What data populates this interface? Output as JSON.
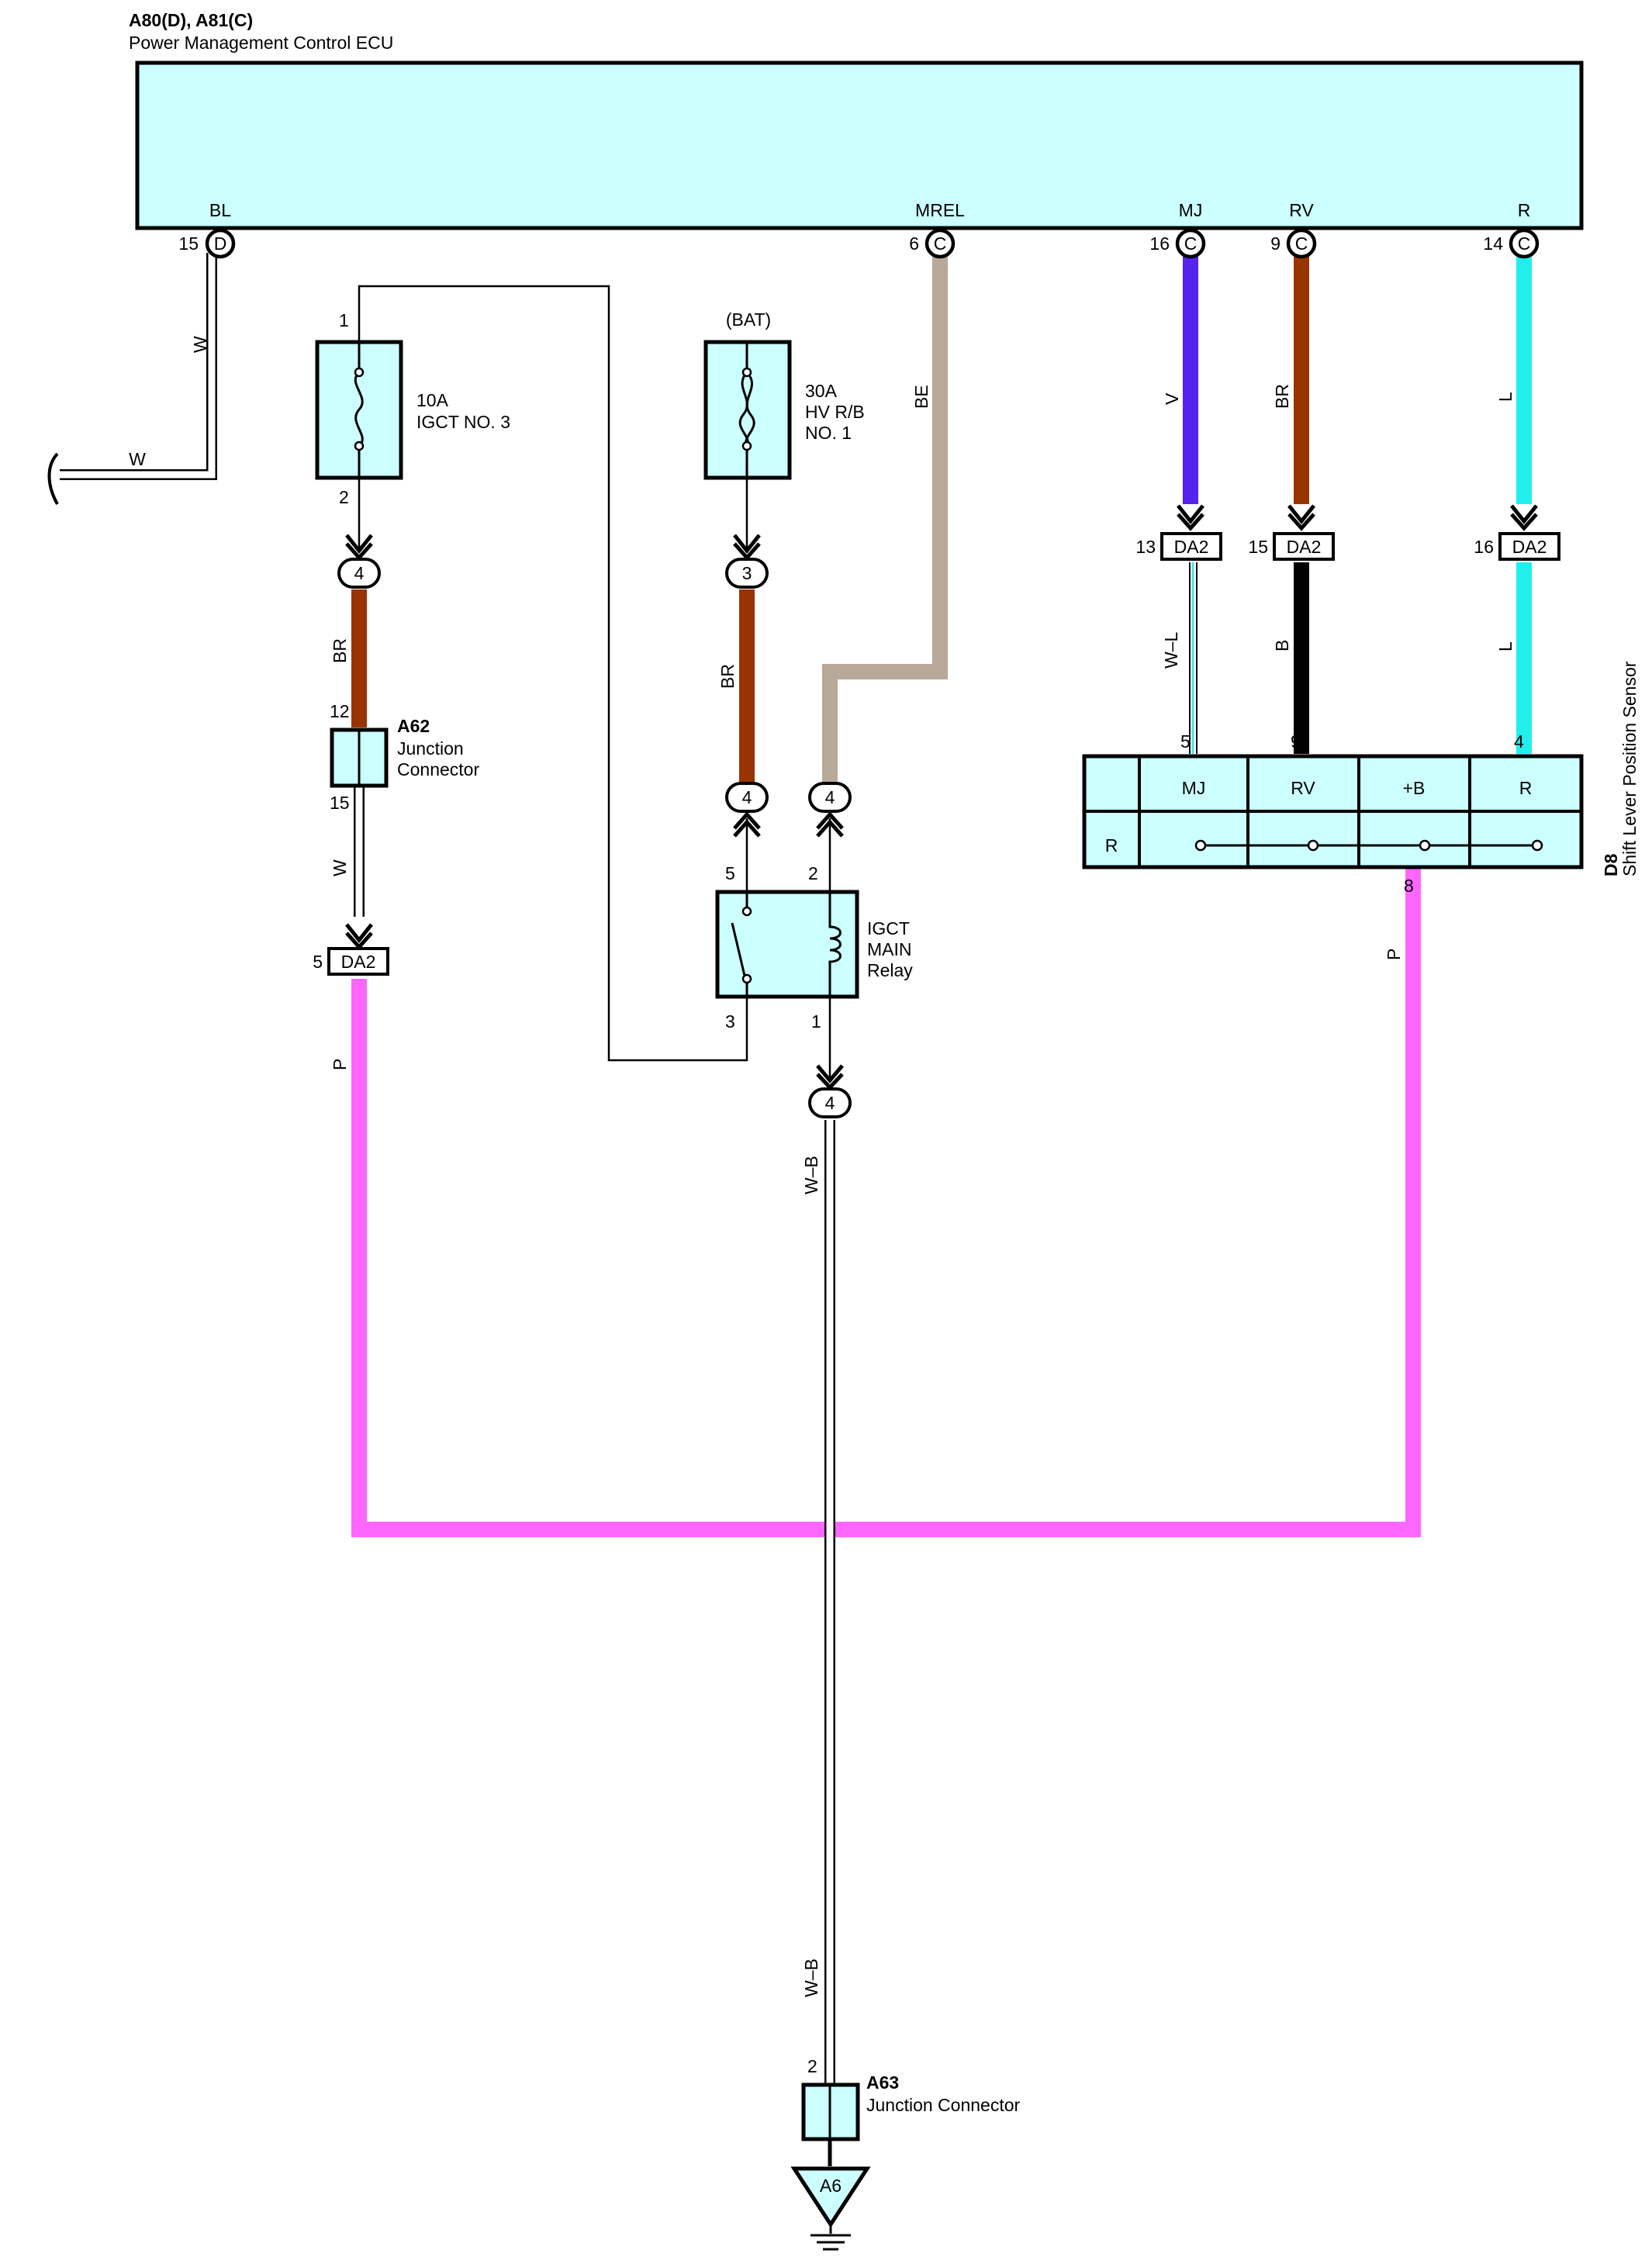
{
  "ecu": {
    "title": "A80(D), A81(C)",
    "name": "Power Management Control ECU",
    "terminals": [
      {
        "name": "BL",
        "pin": "15",
        "connector": "D"
      },
      {
        "name": "MREL",
        "pin": "6",
        "connector": "C"
      },
      {
        "name": "MJ",
        "pin": "16",
        "connector": "C"
      },
      {
        "name": "RV",
        "pin": "9",
        "connector": "C"
      },
      {
        "name": "R",
        "pin": "14",
        "connector": "C"
      }
    ]
  },
  "fuse_igct": {
    "rating": "10A",
    "name": "IGCT NO. 3",
    "pin_in": "1",
    "pin_out": "2"
  },
  "fuse_hv": {
    "source": "(BAT)",
    "rating": "30A",
    "name1": "HV R/B",
    "name2": "NO. 1"
  },
  "relay": {
    "name1": "IGCT",
    "name2": "MAIN",
    "name3": "Relay",
    "pin5": "5",
    "pin2": "2",
    "pin3": "3",
    "pin1": "1"
  },
  "junction_a62": {
    "code": "A62",
    "name1": "Junction",
    "name2": "Connector",
    "pin_in": "12",
    "pin_out": "15"
  },
  "junction_a63": {
    "code": "A63",
    "name": "Junction Connector",
    "pin": "2"
  },
  "ground": {
    "label": "A6"
  },
  "sensor": {
    "code": "D8",
    "name": "Shift Lever Position Sensor",
    "columns": [
      "MJ",
      "RV",
      "+B",
      "R"
    ],
    "row_label": "R",
    "pins": {
      "mj": "5",
      "rv": "9",
      "r": "4",
      "bottom": "8"
    }
  },
  "connectors": {
    "bubble_a": "4",
    "bubble_bat": "3",
    "bubble_relay5": "4",
    "bubble_relay2": "4",
    "bubble_ground": "4",
    "da2_label": "DA2",
    "da2_w_pin": "5",
    "da2_mj_pin": "13",
    "da2_rv_pin": "15",
    "da2_r_pin": "16"
  },
  "wires": {
    "w_vertical": "W",
    "w_horizontal": "W",
    "br_a": "BR",
    "w_a62": "W",
    "p_left": "P",
    "br_bat": "BR",
    "be": "BE",
    "wb_top": "W–B",
    "wb_bottom": "W–B",
    "v": "V",
    "br_rv": "BR",
    "l_top": "L",
    "wl": "W–L",
    "b": "B",
    "l_bottom": "L",
    "p_right": "P"
  },
  "colors": {
    "component_fill": "#ccffff",
    "brown": "#993300",
    "violet": "#5522ee",
    "cyan": "#22eeee",
    "pink": "#ff66ff",
    "beige": "#b8a898",
    "black": "#000000"
  }
}
